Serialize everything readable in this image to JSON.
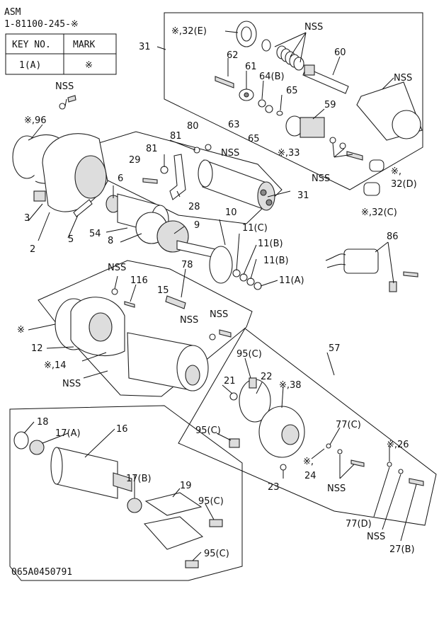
{
  "header": {
    "line1": "ASM",
    "line2": "1-81100-245-※"
  },
  "key_table": {
    "col_key": "KEY NO.",
    "col_mark": "MARK",
    "row_key": "1(A)",
    "row_mark": "※"
  },
  "drawing_number": "065A0450791",
  "callouts": [
    {
      "id": "c31a",
      "text": "31"
    },
    {
      "id": "c32e",
      "text": "※,32(E)"
    },
    {
      "id": "cnss1",
      "text": "NSS"
    },
    {
      "id": "c62",
      "text": "62"
    },
    {
      "id": "c61",
      "text": "61"
    },
    {
      "id": "c64b",
      "text": "64(B)"
    },
    {
      "id": "c65a",
      "text": "65"
    },
    {
      "id": "c60",
      "text": "60"
    },
    {
      "id": "cnss2",
      "text": "NSS"
    },
    {
      "id": "c63",
      "text": "63"
    },
    {
      "id": "c65b",
      "text": "65"
    },
    {
      "id": "c59",
      "text": "59"
    },
    {
      "id": "c33",
      "text": "※,33"
    },
    {
      "id": "cnss3",
      "text": "NSS"
    },
    {
      "id": "c32da",
      "text": "※,"
    },
    {
      "id": "c32db",
      "text": "32(D)"
    },
    {
      "id": "c32c",
      "text": "※,32(C)"
    },
    {
      "id": "cnss4",
      "text": "NSS"
    },
    {
      "id": "c96",
      "text": "※,96"
    },
    {
      "id": "c80",
      "text": "80"
    },
    {
      "id": "c81a",
      "text": "81"
    },
    {
      "id": "cnss5",
      "text": "NSS"
    },
    {
      "id": "c29",
      "text": "29"
    },
    {
      "id": "c81b",
      "text": "81"
    },
    {
      "id": "c6",
      "text": "6"
    },
    {
      "id": "c31b",
      "text": "31"
    },
    {
      "id": "c28",
      "text": "28"
    },
    {
      "id": "c3",
      "text": "3"
    },
    {
      "id": "c10",
      "text": "10"
    },
    {
      "id": "c5",
      "text": "5"
    },
    {
      "id": "c54",
      "text": "54"
    },
    {
      "id": "c9",
      "text": "9"
    },
    {
      "id": "c2",
      "text": "2"
    },
    {
      "id": "c8",
      "text": "8"
    },
    {
      "id": "c11c",
      "text": "11(C)"
    },
    {
      "id": "c11b1",
      "text": "11(B)"
    },
    {
      "id": "c11b2",
      "text": "11(B)"
    },
    {
      "id": "c11a",
      "text": "11(A)"
    },
    {
      "id": "c86",
      "text": "86"
    },
    {
      "id": "cnss6",
      "text": "NSS"
    },
    {
      "id": "c116",
      "text": "116"
    },
    {
      "id": "c78",
      "text": "78"
    },
    {
      "id": "c15",
      "text": "15"
    },
    {
      "id": "cnss7",
      "text": "NSS"
    },
    {
      "id": "cnss8",
      "text": "NSS"
    },
    {
      "id": "cstar1",
      "text": "※"
    },
    {
      "id": "c12",
      "text": "12"
    },
    {
      "id": "c14",
      "text": "※,14"
    },
    {
      "id": "c57",
      "text": "57"
    },
    {
      "id": "c95c1",
      "text": "95(C)"
    },
    {
      "id": "cnss9",
      "text": "NSS"
    },
    {
      "id": "c21",
      "text": "21"
    },
    {
      "id": "c22",
      "text": "22"
    },
    {
      "id": "c38",
      "text": "※,38"
    },
    {
      "id": "c18",
      "text": "18"
    },
    {
      "id": "c16",
      "text": "16"
    },
    {
      "id": "c17a",
      "text": "17(A)"
    },
    {
      "id": "c95c2",
      "text": "95(C)"
    },
    {
      "id": "c77c",
      "text": "77(C)"
    },
    {
      "id": "c26",
      "text": "※,26"
    },
    {
      "id": "cstar2",
      "text": "※,"
    },
    {
      "id": "c24",
      "text": "24"
    },
    {
      "id": "c23",
      "text": "23"
    },
    {
      "id": "cnss10",
      "text": "NSS"
    },
    {
      "id": "c17b",
      "text": "17(B)"
    },
    {
      "id": "c19",
      "text": "19"
    },
    {
      "id": "c95c3",
      "text": "95(C)"
    },
    {
      "id": "c77d",
      "text": "77(D)"
    },
    {
      "id": "cnss11",
      "text": "NSS"
    },
    {
      "id": "c95c4",
      "text": "95(C)"
    },
    {
      "id": "c27b",
      "text": "27(B)"
    }
  ]
}
